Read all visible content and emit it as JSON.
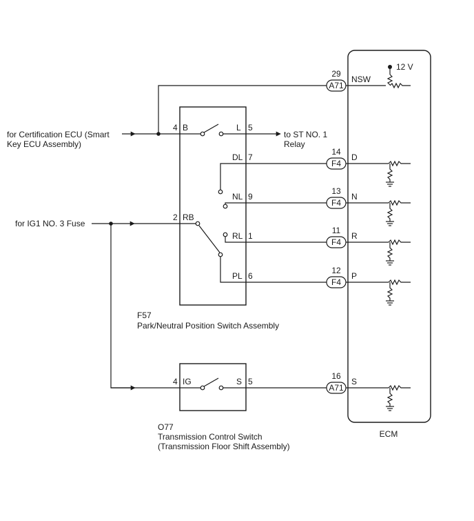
{
  "left_sources": {
    "cert_ecu_line1": "for Certification ECU (Smart",
    "cert_ecu_line2": "Key ECU Assembly)",
    "ig1_fuse": "for IG1 NO. 3 Fuse"
  },
  "relay_dest": {
    "line1": "to ST NO. 1",
    "line2": "Relay"
  },
  "f57": {
    "code": "F57",
    "name": "Park/Neutral Position Switch Assembly",
    "pins": [
      {
        "num": "4",
        "name": "B"
      },
      {
        "num": "5",
        "name": "L"
      },
      {
        "num": "7",
        "name": "DL"
      },
      {
        "num": "9",
        "name": "NL"
      },
      {
        "num": "2",
        "name": "RB"
      },
      {
        "num": "1",
        "name": "RL"
      },
      {
        "num": "6",
        "name": "PL"
      }
    ]
  },
  "o77": {
    "code": "O77",
    "name_line1": "Transmission Control Switch",
    "name_line2": "(Transmission Floor Shift Assembly)",
    "pins": [
      {
        "num": "4",
        "name": "IG"
      },
      {
        "num": "5",
        "name": "S"
      }
    ]
  },
  "ecm": {
    "label": "ECM",
    "voltage": "12 V",
    "terminals": [
      {
        "pin": "29",
        "connector": "A71",
        "signal": "NSW"
      },
      {
        "pin": "14",
        "connector": "F4",
        "signal": "D"
      },
      {
        "pin": "13",
        "connector": "F4",
        "signal": "N"
      },
      {
        "pin": "11",
        "connector": "F4",
        "signal": "R"
      },
      {
        "pin": "12",
        "connector": "F4",
        "signal": "P"
      },
      {
        "pin": "16",
        "connector": "A71",
        "signal": "S"
      }
    ]
  }
}
